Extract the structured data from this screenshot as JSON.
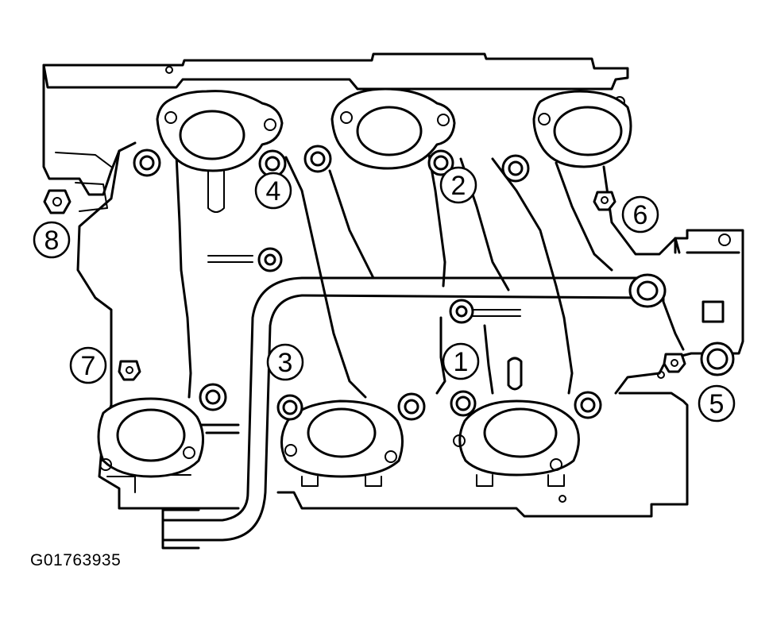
{
  "figure_code": "G01763935",
  "callouts": [
    "1",
    "2",
    "3",
    "4",
    "5",
    "6",
    "7",
    "8"
  ]
}
